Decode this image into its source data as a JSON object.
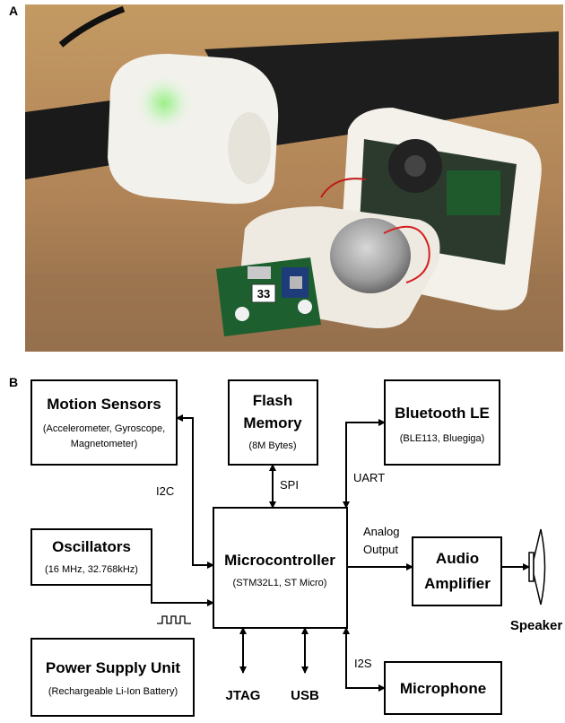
{
  "panels": {
    "photo_letter": "A",
    "diagram_letter": "B"
  },
  "photo": {
    "board_label": "33"
  },
  "blocks": {
    "motion": {
      "title": "Motion Sensors",
      "sub1": "(Accelerometer, Gyroscope,",
      "sub2": "Magnetometer)"
    },
    "flash": {
      "title1": "Flash",
      "title2": "Memory",
      "sub": "(8M Bytes)"
    },
    "bluetooth": {
      "title": "Bluetooth LE",
      "sub": "(BLE113, Bluegiga)"
    },
    "oscillators": {
      "title": "Oscillators",
      "sub": "(16 MHz, 32.768kHz)"
    },
    "mcu": {
      "title": "Microcontroller",
      "sub": "(STM32L1, ST Micro)"
    },
    "audio": {
      "title1": "Audio",
      "title2": "Amplifier"
    },
    "power": {
      "title": "Power Supply Unit",
      "sub": "(Rechargeable Li-Ion Battery)"
    },
    "mic": {
      "title": "Microphone"
    }
  },
  "connections": {
    "i2c": "I2C",
    "spi": "SPI",
    "uart": "UART",
    "analog1": "Analog",
    "analog2": "Output",
    "i2s": "I2S"
  },
  "external": {
    "jtag": "JTAG",
    "usb": "USB",
    "speaker": "Speaker"
  }
}
